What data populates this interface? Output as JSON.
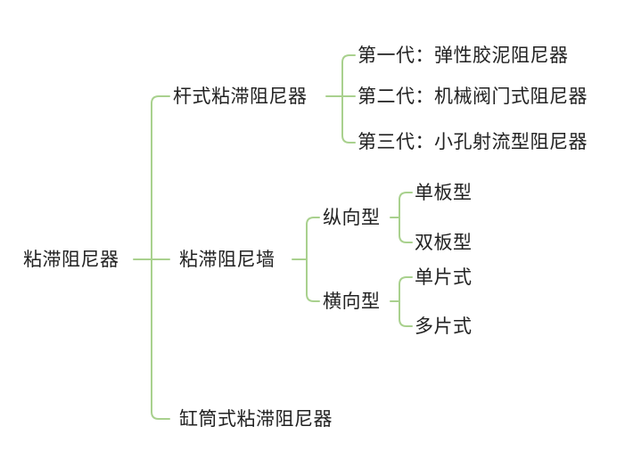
{
  "line_color": "#a9d18e",
  "root": {
    "label": "粘滞阻尼器",
    "children": [
      {
        "label": "杆式粘滞阻尼器",
        "children": [
          {
            "label": "第一代：弹性胶泥阻尼器"
          },
          {
            "label": "第二代：机械阀门式阻尼器"
          },
          {
            "label": "第三代：小孔射流型阻尼器"
          }
        ]
      },
      {
        "label": "粘滞阻尼墙",
        "children": [
          {
            "label": "纵向型",
            "children": [
              {
                "label": "单板型"
              },
              {
                "label": "双板型"
              }
            ]
          },
          {
            "label": "横向型",
            "children": [
              {
                "label": "单片式"
              },
              {
                "label": "多片式"
              }
            ]
          }
        ]
      },
      {
        "label": "缸筒式粘滞阻尼器"
      }
    ]
  }
}
